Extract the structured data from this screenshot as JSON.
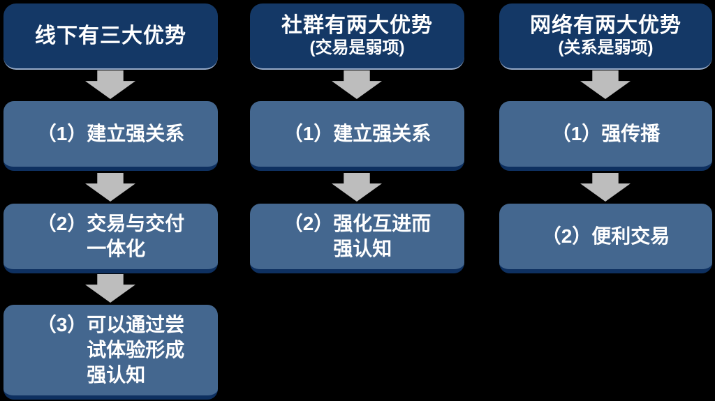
{
  "colors": {
    "bg": "#000000",
    "header_bg": "#143866",
    "header_edge": "#97abc9",
    "step_bg": "#44678f",
    "step_edge": "#0e3060",
    "arrow": "#bdbdbd",
    "text": "#ffffff"
  },
  "icons": {
    "down_arrow": "block-arrow-down"
  },
  "columns": [
    {
      "header": {
        "title": "线下有三大优势",
        "subtitle": ""
      },
      "steps": [
        {
          "num": "（1）",
          "text": "建立强关系"
        },
        {
          "num": "（2）",
          "text": "交易与交付\n一体化"
        },
        {
          "num": "（3）",
          "text": "可以通过尝\n试体验形成\n强认知"
        }
      ]
    },
    {
      "header": {
        "title": "社群有两大优势",
        "subtitle": "(交易是弱项)"
      },
      "steps": [
        {
          "num": "（1）",
          "text": "建立强关系"
        },
        {
          "num": "（2）",
          "text": "强化互进而\n强认知"
        }
      ]
    },
    {
      "header": {
        "title": "网络有两大优势",
        "subtitle": "(关系是弱项)"
      },
      "steps": [
        {
          "num": "（1）",
          "text": "强传播"
        },
        {
          "num": "（2）",
          "text": "便利交易"
        }
      ]
    }
  ]
}
